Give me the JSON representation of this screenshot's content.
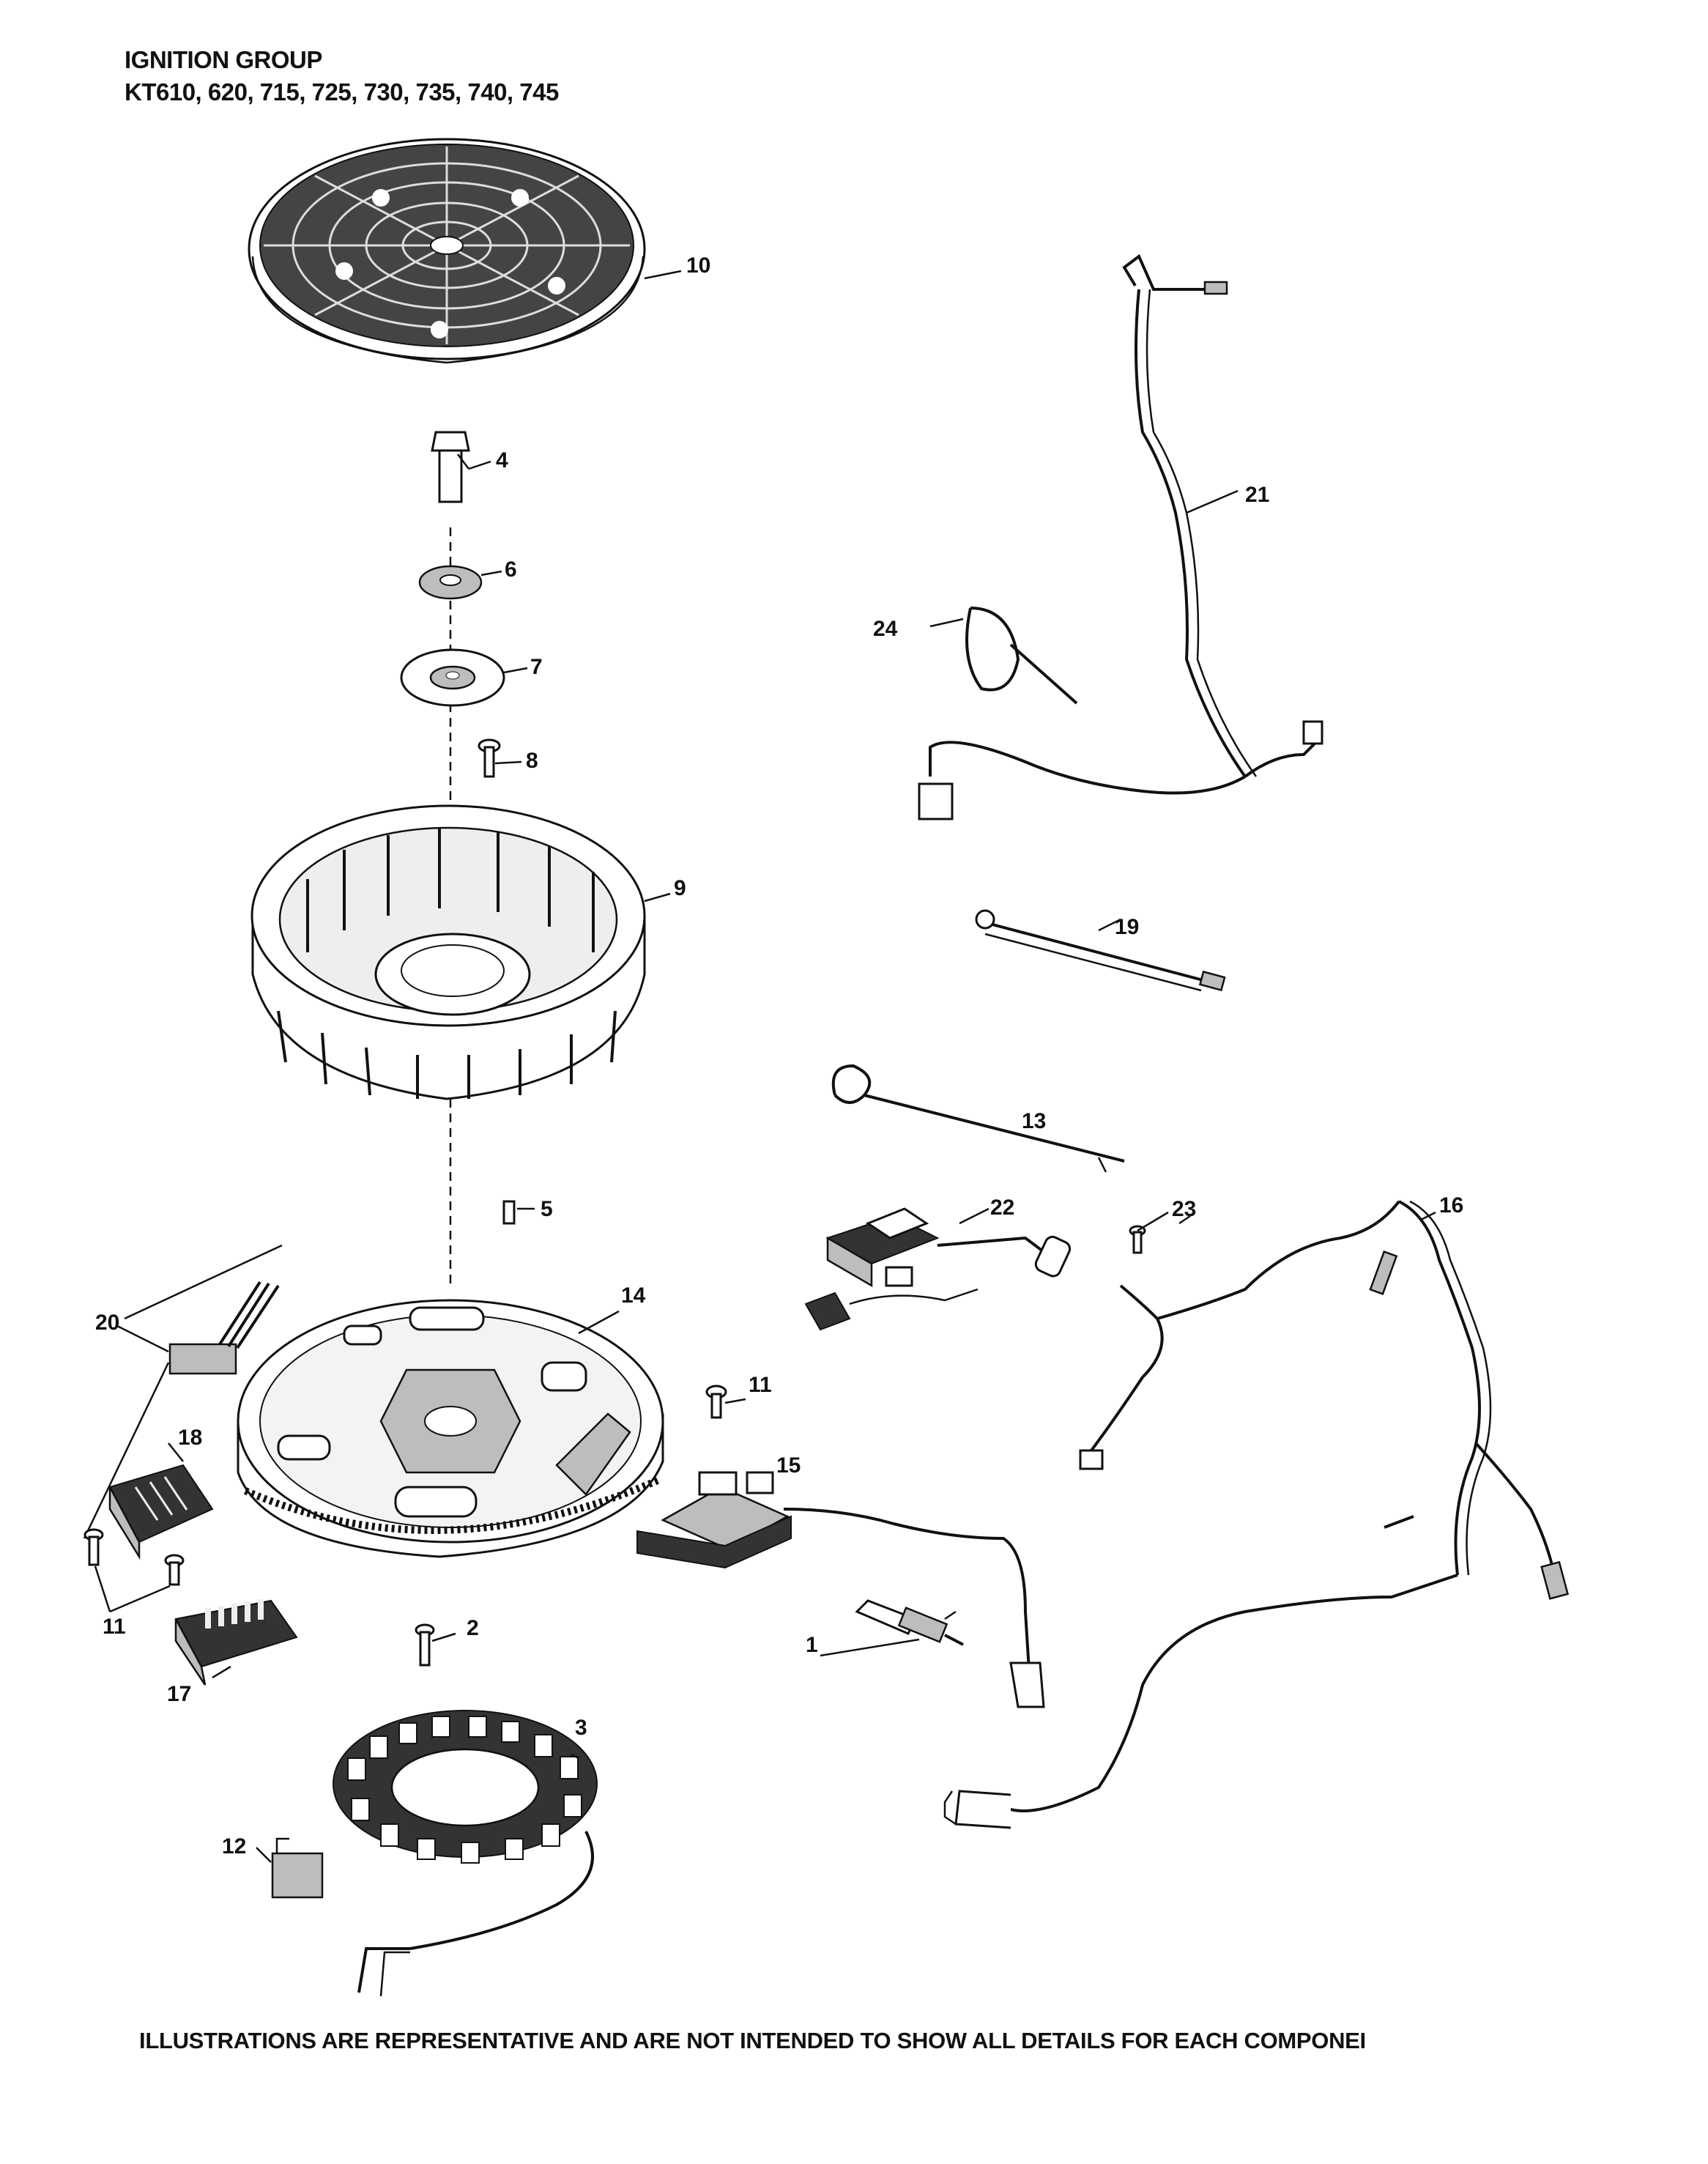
{
  "header": {
    "title": "IGNITION GROUP",
    "models": "KT610, 620, 715, 725, 730, 735, 740, 745"
  },
  "callouts": {
    "c1": "1",
    "c2": "2",
    "c3": "3",
    "c4": "4",
    "c5": "5",
    "c6": "6",
    "c7": "7",
    "c8": "8",
    "c9": "9",
    "c10": "10",
    "c11a": "11",
    "c11b": "11",
    "c12": "12",
    "c13": "13",
    "c14": "14",
    "c15": "15",
    "c16": "16",
    "c17": "17",
    "c18": "18",
    "c19": "19",
    "c20": "20",
    "c21": "21",
    "c22": "22",
    "c23": "23",
    "c24": "24"
  },
  "footer": {
    "disclaimer": "ILLUSTRATIONS ARE REPRESENTATIVE AND ARE NOT INTENDED TO SHOW ALL DETAILS FOR EACH COMPONEI"
  }
}
